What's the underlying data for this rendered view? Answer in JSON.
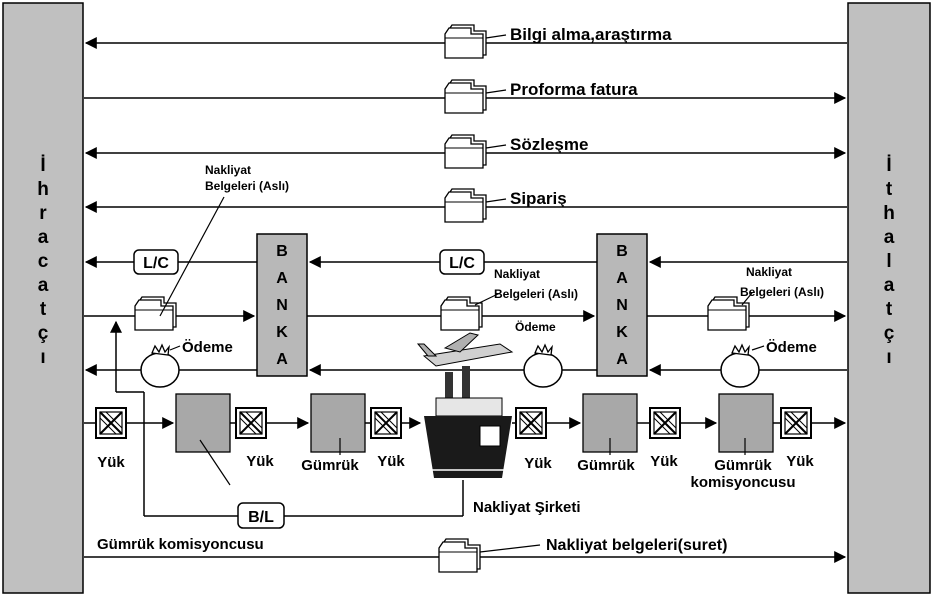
{
  "left_party": {
    "letters": [
      "İ",
      "h",
      "r",
      "a",
      "c",
      "a",
      "t",
      "ç",
      "ı"
    ]
  },
  "right_party": {
    "letters": [
      "İ",
      "t",
      "h",
      "a",
      "l",
      "a",
      "t",
      "ç",
      "ı"
    ]
  },
  "flows": {
    "bilgi": "Bilgi alma,araştırma",
    "proforma": "Proforma fatura",
    "sozlesme": "Sözleşme",
    "siparis": "Sipariş",
    "nakliyat_suret": "Nakliyat belgeleri(suret)"
  },
  "documents": {
    "lc": "L/C",
    "bl": "B/L",
    "nakliyat_asli_left_line1": "Nakliyat",
    "nakliyat_asli_left_line2": "Belgeleri (Aslı)",
    "nakliyat_asli_mid_line1": "Nakliyat",
    "nakliyat_asli_mid_line2": "Belgeleri (Aslı)",
    "nakliyat_asli_right_line1": "Nakliyat",
    "nakliyat_asli_right_line2": "Belgeleri (Aslı)"
  },
  "payments": {
    "odeme": "Ödeme"
  },
  "bank": {
    "letters": [
      "B",
      "A",
      "N",
      "K",
      "A"
    ]
  },
  "logistics": {
    "yuk": "Yük",
    "gumruk": "Gümrük",
    "gumruk_komisyoncusu": "Gümrük komisyoncusu",
    "gumruk_komisyoncusu_line1": "Gümrük",
    "gumruk_komisyoncusu_line2": "komisyoncusu",
    "nakliyat_sirketi": "Nakliyat Şirketi"
  },
  "colors": {
    "party": "#c0c0c0",
    "bank": "#b8b8b8",
    "box": "#a8a8a8",
    "line": "#000000"
  }
}
